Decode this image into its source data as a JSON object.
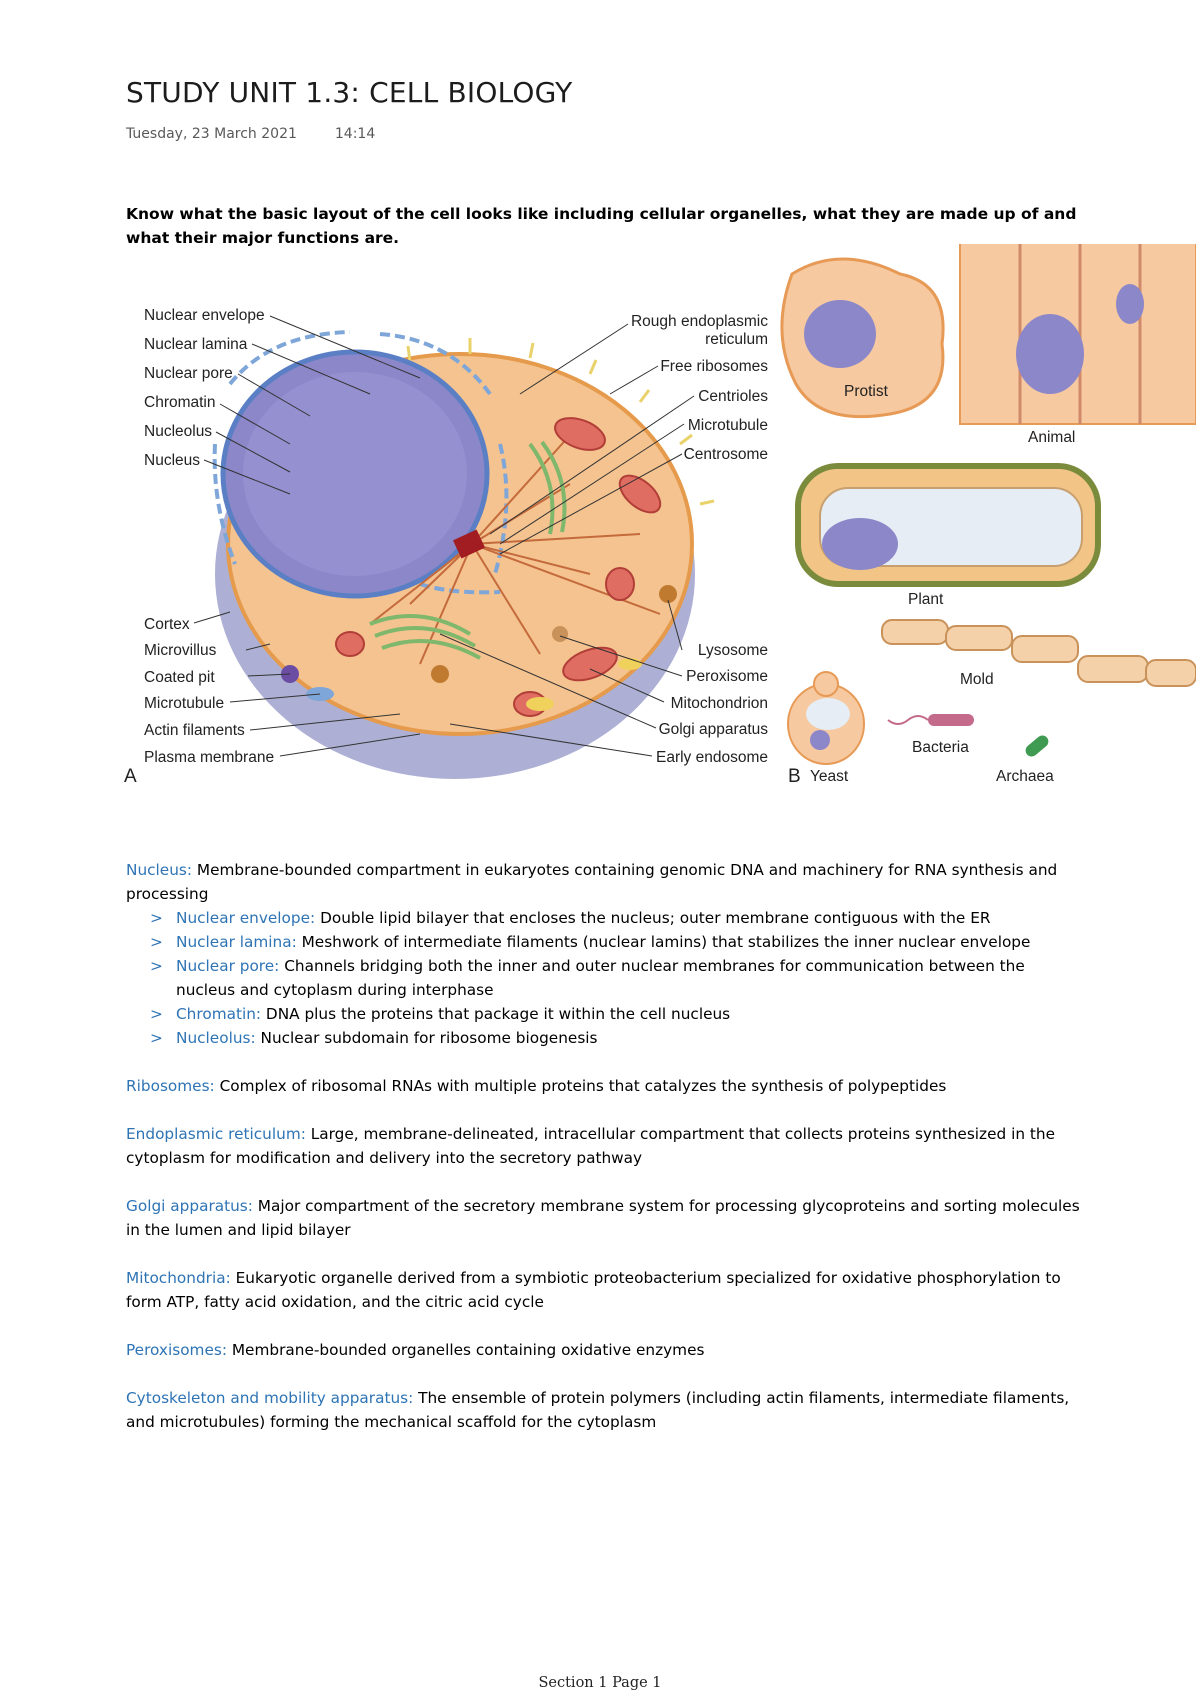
{
  "page": {
    "title": "STUDY UNIT 1.3: CELL BIOLOGY",
    "date": "Tuesday, 23 March 2021",
    "time": "14:14",
    "objective": "Know what the basic layout of the cell looks like including cellular organelles, what they are made up of and what their major functions are."
  },
  "figure": {
    "panel_a_letter": "A",
    "panel_b_letter": "B",
    "left_labels": [
      "Nuclear envelope",
      "Nuclear lamina",
      "Nuclear pore",
      "Chromatin",
      "Nucleolus",
      "Nucleus",
      "Cortex",
      "Microvillus",
      "Coated pit",
      "Microtubule",
      "Actin filaments",
      "Plasma membrane"
    ],
    "right_labels": [
      "Rough endoplasmic",
      "reticulum",
      "Free ribosomes",
      "Centrioles",
      "Microtubule",
      "Centrosome",
      "Lysosome",
      "Peroxisome",
      "Mitochondrion",
      "Golgi apparatus",
      "Early endosome"
    ],
    "cell_types": [
      "Protist",
      "Animal",
      "Plant",
      "Mold",
      "Yeast",
      "Bacteria",
      "Archaea"
    ]
  },
  "definitions": {
    "nucleus": {
      "term": "Nucleus:",
      "text": " Membrane-bounded compartment in eukaryotes containing genomic DNA and machinery for RNA synthesis and processing"
    },
    "sub": [
      {
        "term": "Nuclear envelope:",
        "text": " Double lipid bilayer that encloses the nucleus; outer membrane contiguous with the ER"
      },
      {
        "term": "Nuclear lamina:",
        "text": " Meshwork of intermediate filaments (nuclear lamins) that stabilizes the inner nuclear envelope"
      },
      {
        "term": "Nuclear pore:",
        "text": " Channels bridging both the inner and outer nuclear membranes for communication between the nucleus and cytoplasm during interphase"
      },
      {
        "term": "Chromatin:",
        "text": " DNA plus the proteins that package it within the cell nucleus"
      },
      {
        "term": "Nucleolus:",
        "text": " Nuclear subdomain for ribosome biogenesis"
      }
    ],
    "bullet_mark": ">",
    "ribosomes": {
      "term": "Ribosomes:",
      "text": " Complex of ribosomal RNAs with multiple proteins that catalyzes the synthesis of polypeptides"
    },
    "er": {
      "term": "Endoplasmic reticulum:",
      "text": " Large, membrane-delineated, intracellular compartment that collects proteins synthesized in the cytoplasm for modification and delivery into the secretory pathway"
    },
    "golgi": {
      "term": "Golgi apparatus:",
      "text": " Major compartment of the secretory membrane system for processing glycoproteins and sorting molecules in the lumen and lipid bilayer"
    },
    "mito": {
      "term": "Mitochondria:",
      "text": " Eukaryotic organelle derived from a symbiotic proteobacterium specialized for oxidative phosphorylation to form ATP, fatty acid oxidation, and the citric acid cycle"
    },
    "perox": {
      "term": "Peroxisomes:",
      "text": " Membrane-bounded organelles containing oxidative enzymes"
    },
    "cyto": {
      "term": "Cytoskeleton and mobility apparatus:",
      "text": " The ensemble of protein polymers (including actin filaments, intermediate filaments, and microtubules) forming the mechanical scaffold for the cytoplasm"
    }
  },
  "footer": "Section 1 Page 1",
  "colors": {
    "term": "#2e74b5"
  }
}
